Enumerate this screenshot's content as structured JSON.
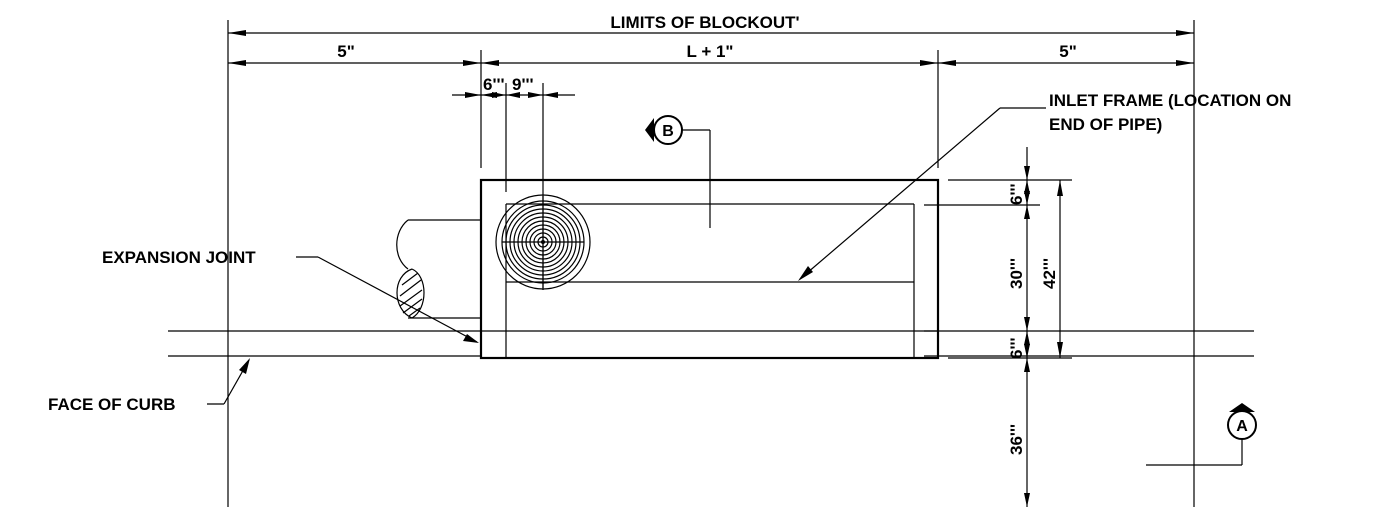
{
  "labels": {
    "limits_of_blockout": "LIMITS OF BLOCKOUT'",
    "left_dim": "5\"",
    "center_dim": "L + 1\"",
    "right_dim": "5\"",
    "six_a": "6'''",
    "nine": "9'''",
    "inlet_frame_line1": "INLET FRAME (LOCATION ON",
    "inlet_frame_line2": "END OF PIPE)",
    "expansion_joint": "EXPANSION JOINT",
    "face_of_curb": "FACE OF CURB",
    "v_six_top": "6'''",
    "v_thirty": "30'''",
    "v_fortytwo": "42'''",
    "v_six_bottom": "6'''",
    "v_thirtysix": "36'''"
  },
  "section_markers": {
    "b": "B",
    "a": "A"
  }
}
